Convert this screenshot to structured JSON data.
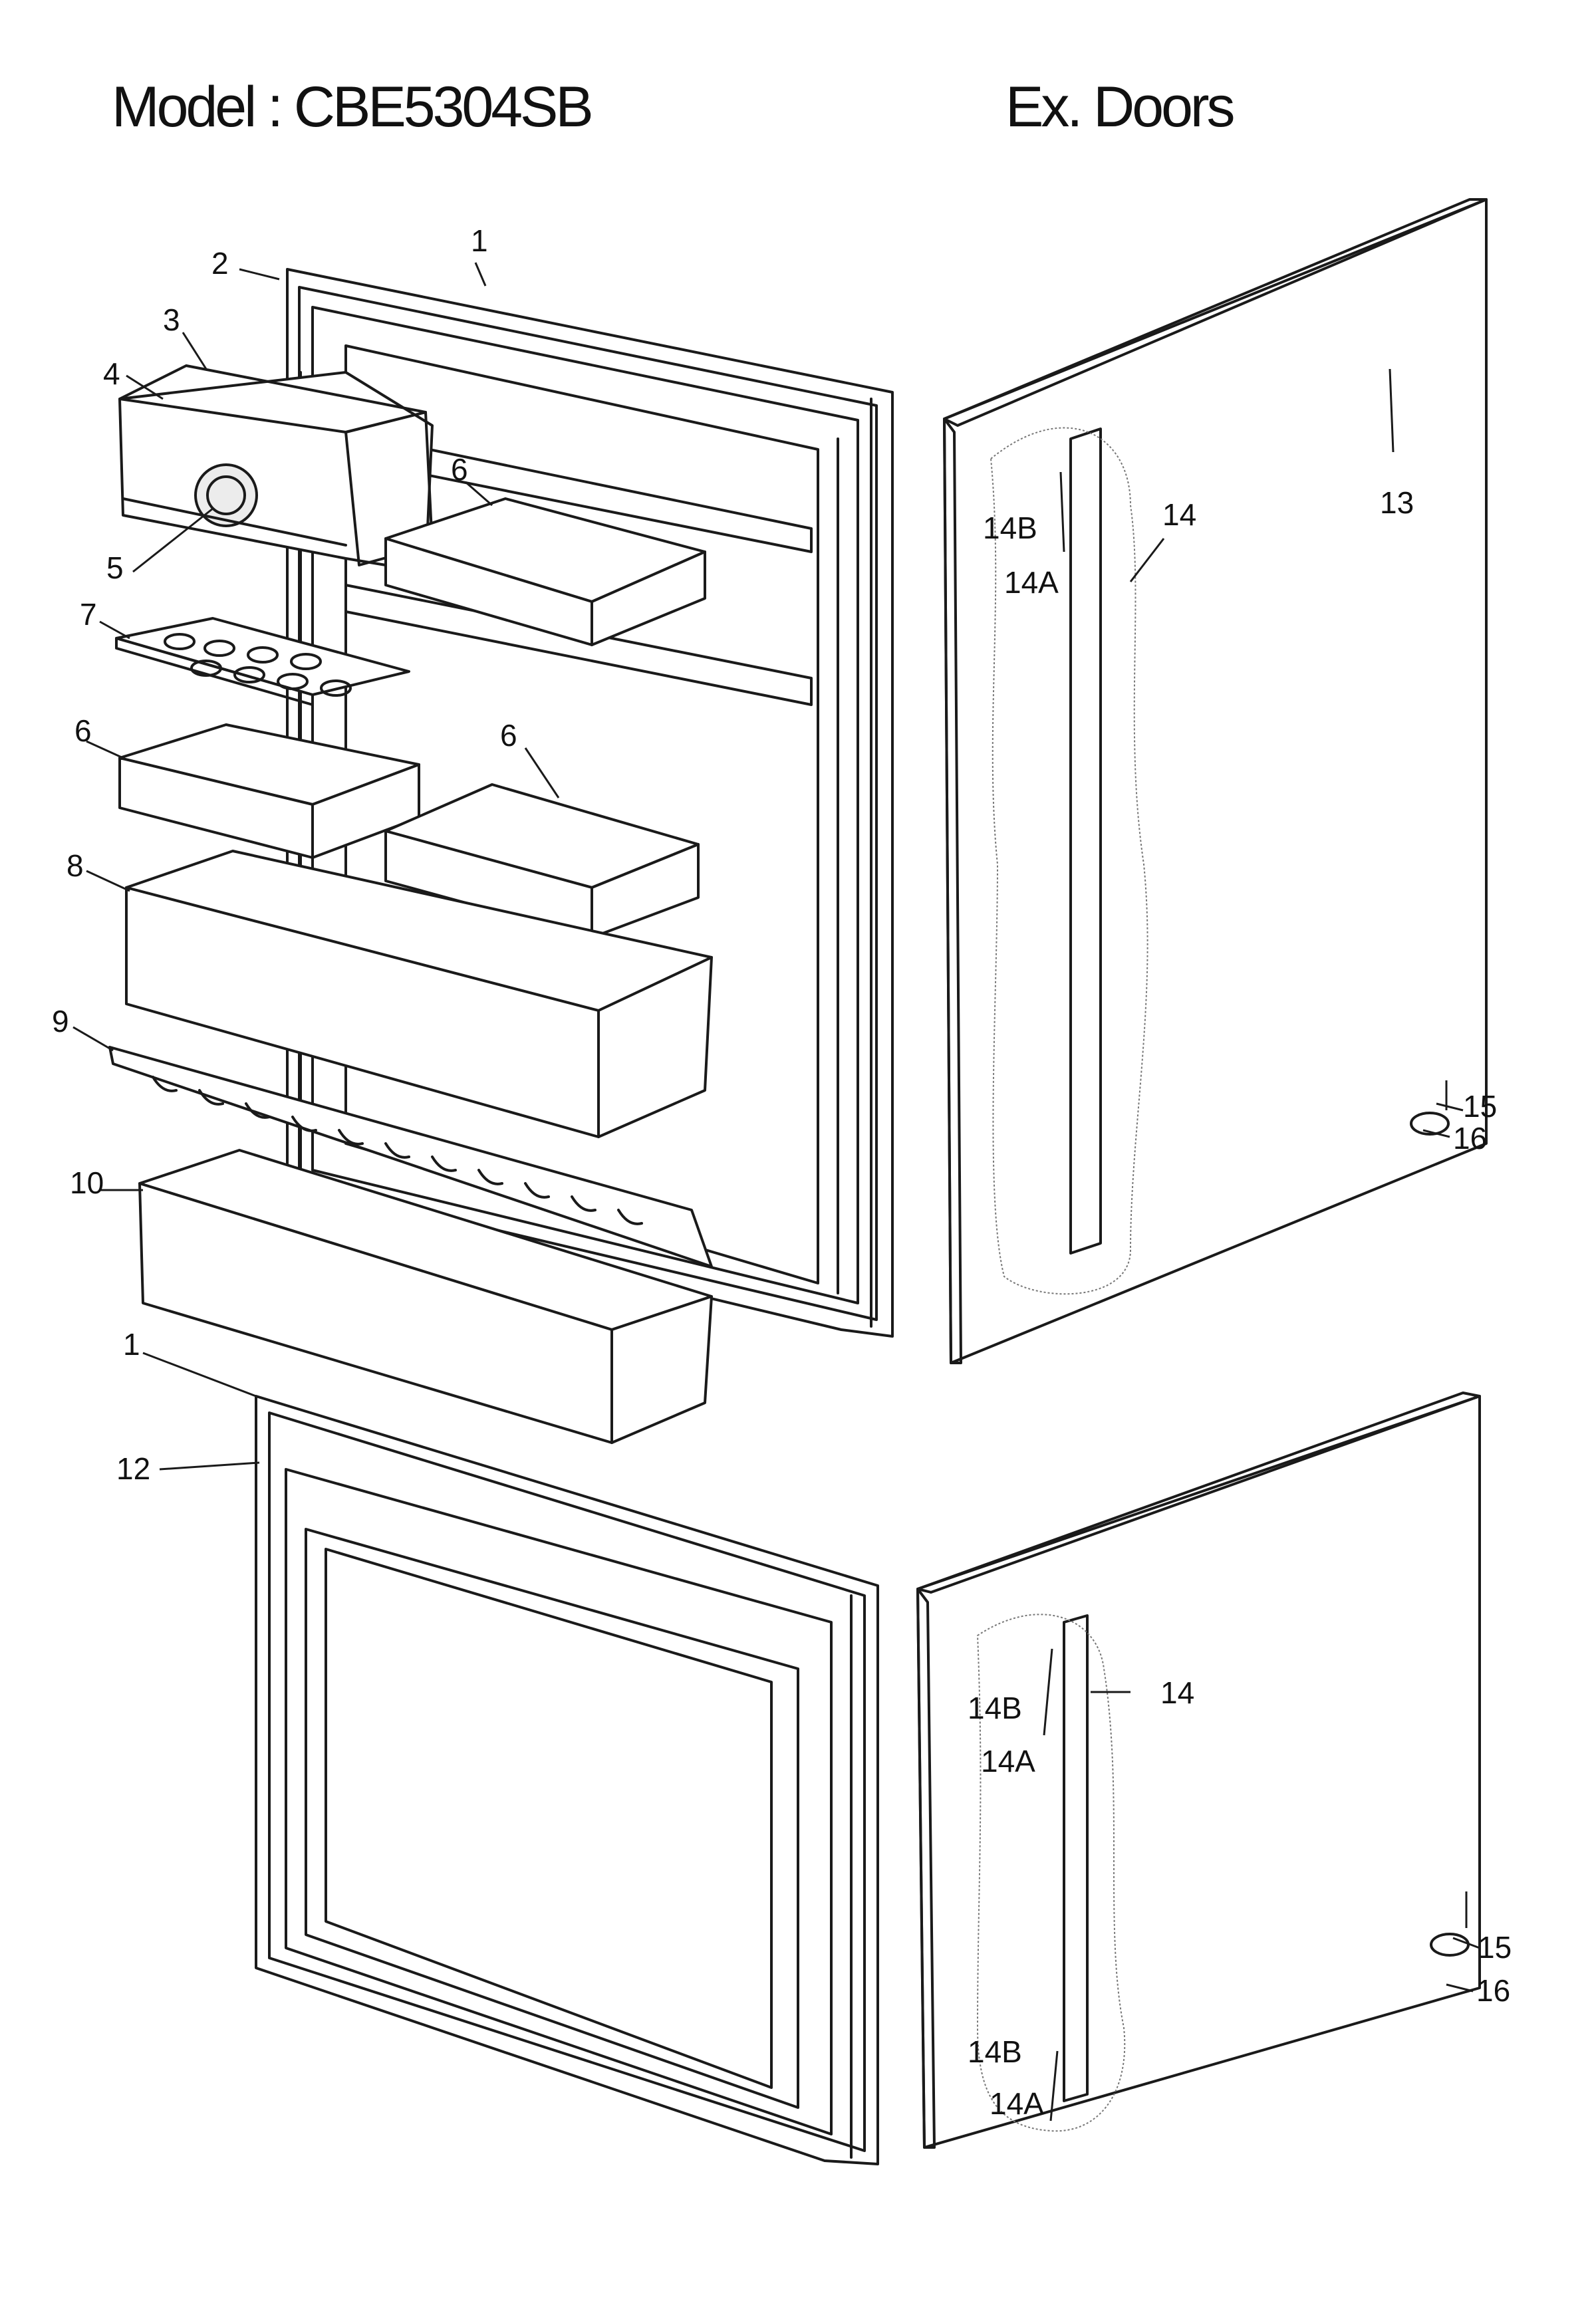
{
  "header": {
    "model_title": "Model : CBE5304SB",
    "section_title": "Ex. Doors"
  },
  "labels": {
    "l1a": "1",
    "l2": "2",
    "l3": "3",
    "l4": "4",
    "l5": "5",
    "l6a": "6",
    "l7": "7",
    "l6b": "6",
    "l6c": "6",
    "l8": "8",
    "l9": "9",
    "l10": "10",
    "l1b": "1",
    "l12": "12",
    "l13": "13",
    "l14a": "14",
    "l14b_top": "14B",
    "l14a_top": "14A",
    "l15a": "15",
    "l16a": "16",
    "l14b": "14",
    "l14b_low1": "14B",
    "l14a_low1": "14A",
    "l14b_low2": "14B",
    "l14a_low2": "14A",
    "l15b": "15",
    "l16b": "16"
  }
}
